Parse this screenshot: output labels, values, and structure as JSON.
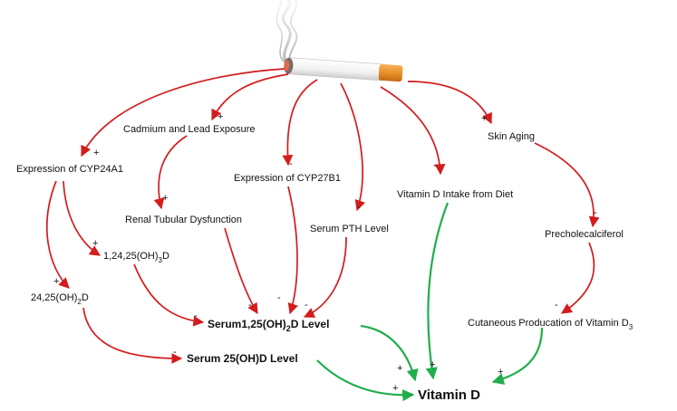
{
  "nodes": {
    "cadmium": "Cadmium and Lead Exposure",
    "cyp24a1": "Expression of CYP24A1",
    "cyp27b1": "Expression of CYP27B1",
    "renal": "Renal Tubular Dysfunction",
    "pth": "Serum PTH Level",
    "intake": "Vitamin D Intake from Diet",
    "skin": "Skin Aging",
    "precholecalciferol": "Precholecalciferol",
    "cutaneous": {
      "main": "Cutaneous Producation of Vitamin D",
      "sub": "3"
    },
    "oh3d": {
      "a": "1,24,25(OH)",
      "sub": "3",
      "b": "D"
    },
    "oh2d": {
      "a": "24,25(OH)",
      "sub": "2",
      "b": "D"
    },
    "serum125": {
      "a": "Serum1,25(OH)",
      "sub": "2",
      "b": "D Level"
    },
    "serum25": "Serum 25(OH)D Level",
    "vitamin_d": "Vitamin D"
  },
  "signs": {
    "plus": "+",
    "minus": "-"
  },
  "colors": {
    "negative_arrow": "#d41c1c",
    "positive_arrow": "#1fae4b"
  },
  "icons": [
    "cigarette-icon",
    "smoke-icon"
  ]
}
